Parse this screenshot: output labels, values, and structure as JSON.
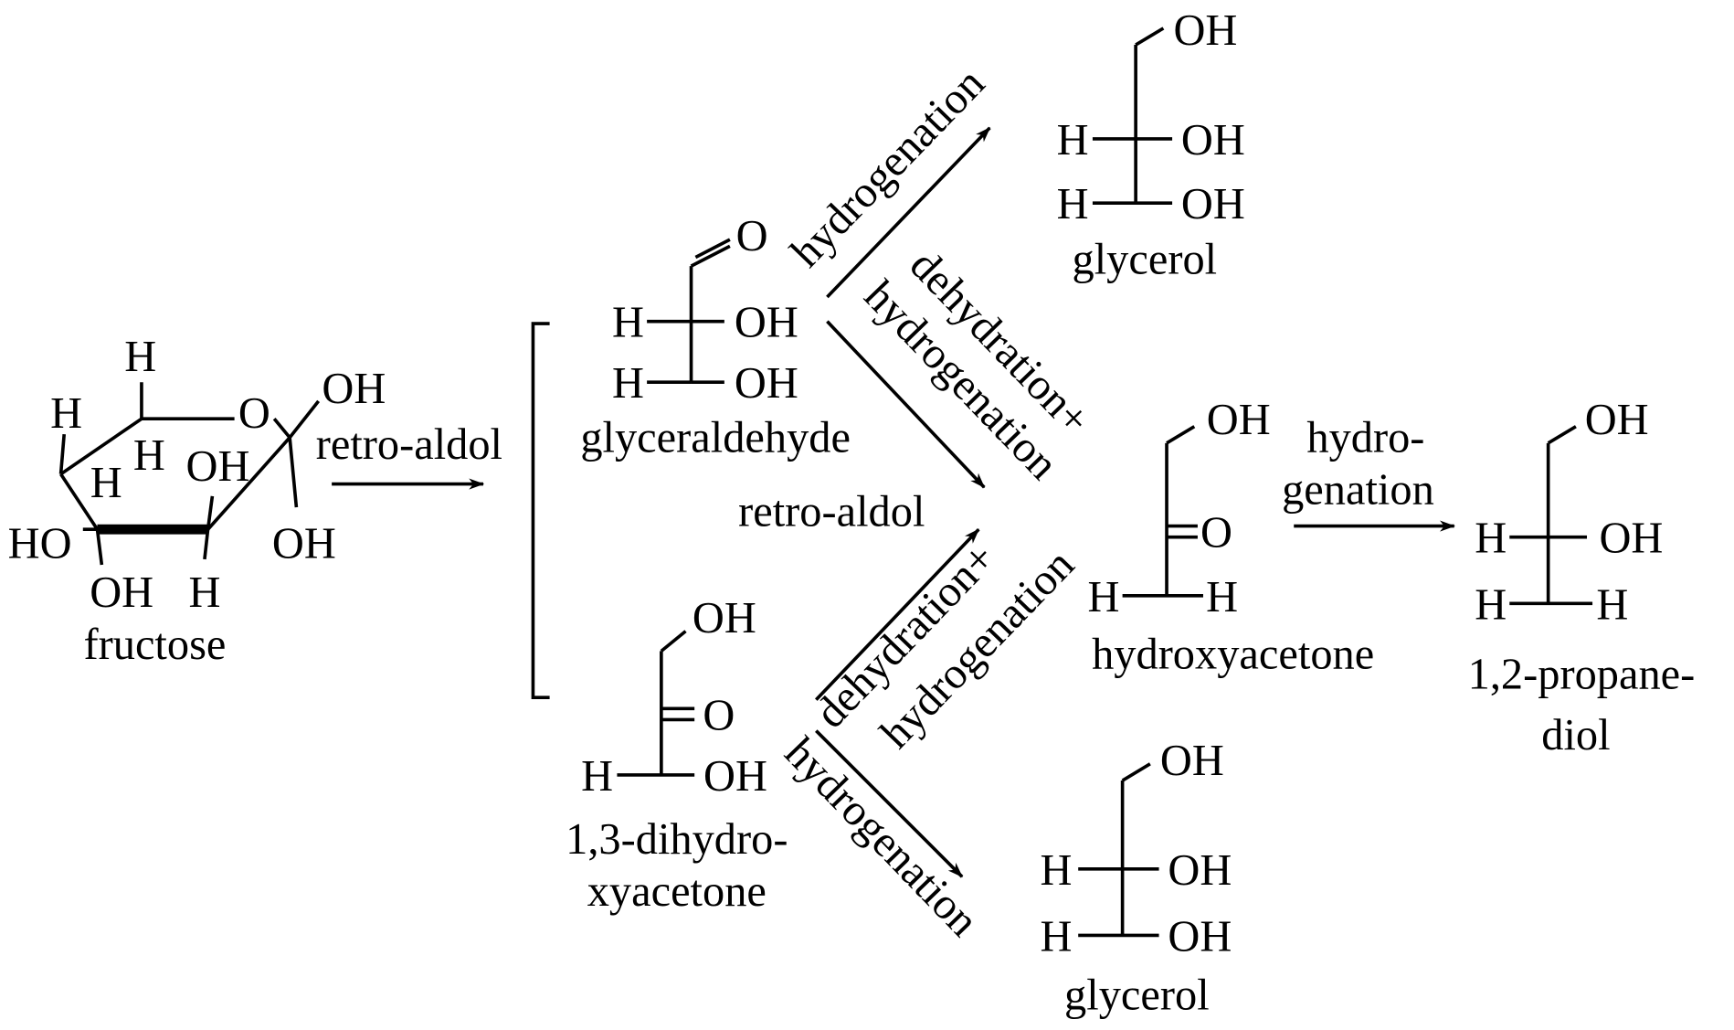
{
  "fructose": {
    "name": "fructose",
    "atoms": {
      "h_top": "H",
      "h_left": "H",
      "o_ring": "O",
      "oh_anomeric_top": "OH",
      "h_inner1": "H",
      "h_inner2": "H",
      "oh_inner": "OH",
      "ho_left": "HO",
      "oh_anomeric_bottom": "OH",
      "oh_bottom": "OH",
      "h_bottom": "H"
    }
  },
  "step1": {
    "label": "retro-aldol"
  },
  "glyceraldehyde": {
    "name": "glyceraldehyde",
    "o": "O",
    "h1": "H",
    "oh1": "OH",
    "h2": "H",
    "oh2": "OH"
  },
  "dha": {
    "name_line1": "1,3-dihydro-",
    "name_line2": "xyacetone",
    "oh_top": "OH",
    "o": "O",
    "h": "H",
    "oh": "OH"
  },
  "glycerol_top": {
    "name": "glycerol",
    "oh_top": "OH",
    "h1": "H",
    "oh1": "OH",
    "h2": "H",
    "oh2": "OH"
  },
  "glycerol_bottom": {
    "name": "glycerol",
    "oh_top": "OH",
    "h1": "H",
    "oh1": "OH",
    "h2": "H",
    "oh2": "OH"
  },
  "hydroxyacetone": {
    "name": "hydroxyacetone",
    "oh_top": "OH",
    "o": "O",
    "h1": "H",
    "h2": "H"
  },
  "propanediol": {
    "name_line1": "1,2-propane-",
    "name_line2": "diol",
    "oh_top": "OH",
    "h1": "H",
    "oh1": "OH",
    "h2": "H",
    "h3": "H"
  },
  "arrows": {
    "gly_to_glycerol": "hydrogenation",
    "gly_to_ha_line1": "dehydration+",
    "gly_to_ha_line2": "hydrogenation",
    "retro_aldol": "retro-aldol",
    "dha_to_ha_line1": "dehydration+",
    "dha_to_ha_line2": "hydrogenation",
    "dha_to_glycerol": "hydrogenation",
    "ha_to_pd_line1": "hydro-",
    "ha_to_pd_line2": "genation"
  }
}
